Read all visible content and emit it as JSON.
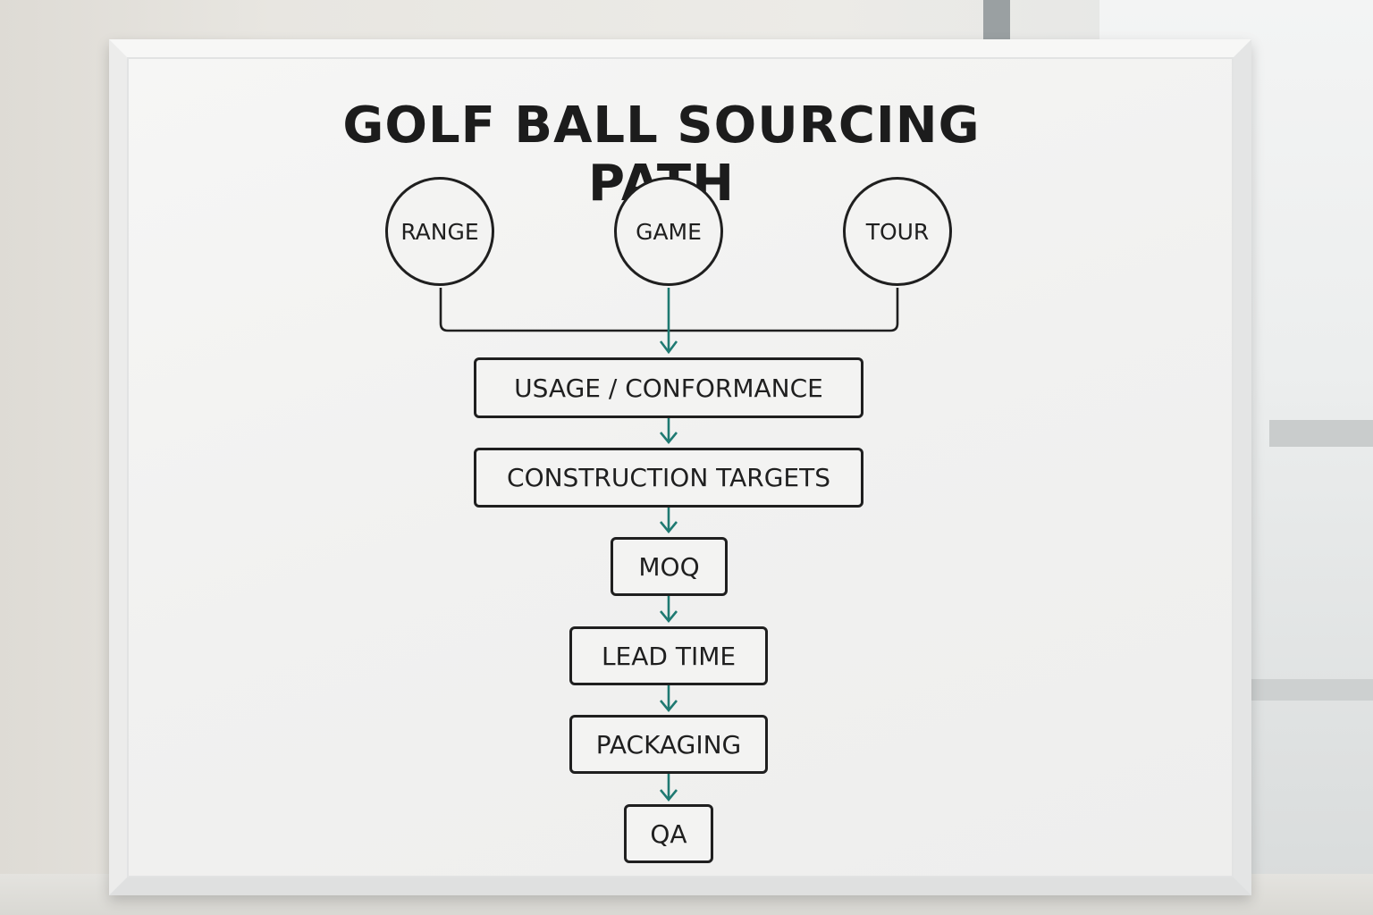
{
  "title": "GOLF BALL SOURCING PATH",
  "inputs": [
    {
      "label": "RANGE"
    },
    {
      "label": "GAME"
    },
    {
      "label": "TOUR"
    }
  ],
  "steps": [
    {
      "label": "USAGE / CONFORMANCE"
    },
    {
      "label": "CONSTRUCTION TARGETS"
    },
    {
      "label": "MOQ"
    },
    {
      "label": "LEAD TIME"
    },
    {
      "label": "PACKAGING"
    },
    {
      "label": "QA"
    }
  ],
  "colors": {
    "arrow": "#1f7a72",
    "ink": "#1f1f1f"
  }
}
